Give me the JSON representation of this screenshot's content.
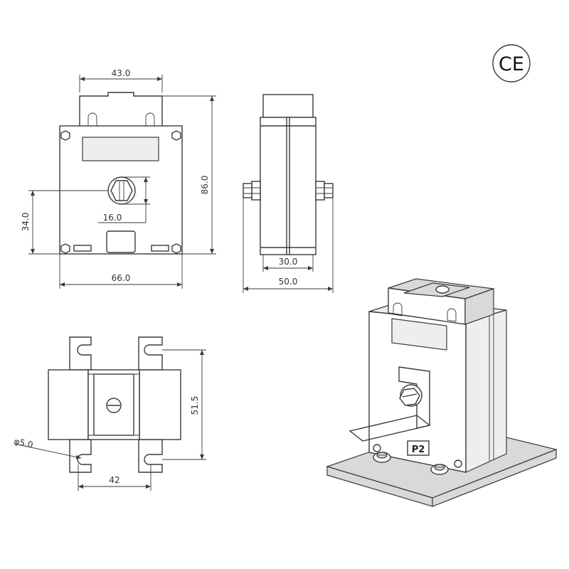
{
  "certification": {
    "mark": "CE"
  },
  "front_view": {
    "dim_top_width": "43.0",
    "dim_height": "86.0",
    "dim_hole_height": "34.0",
    "dim_hole_dia": "16.0",
    "dim_width": "66.0"
  },
  "side_view": {
    "dim_body_depth": "30.0",
    "dim_total_depth": "50.0"
  },
  "bottom_view": {
    "dim_slot_spacing_v": "51.5",
    "dim_slot_dia": "φ5.0",
    "dim_slot_spacing_h": "42"
  },
  "iso_view": {
    "terminal_label": "P2"
  }
}
